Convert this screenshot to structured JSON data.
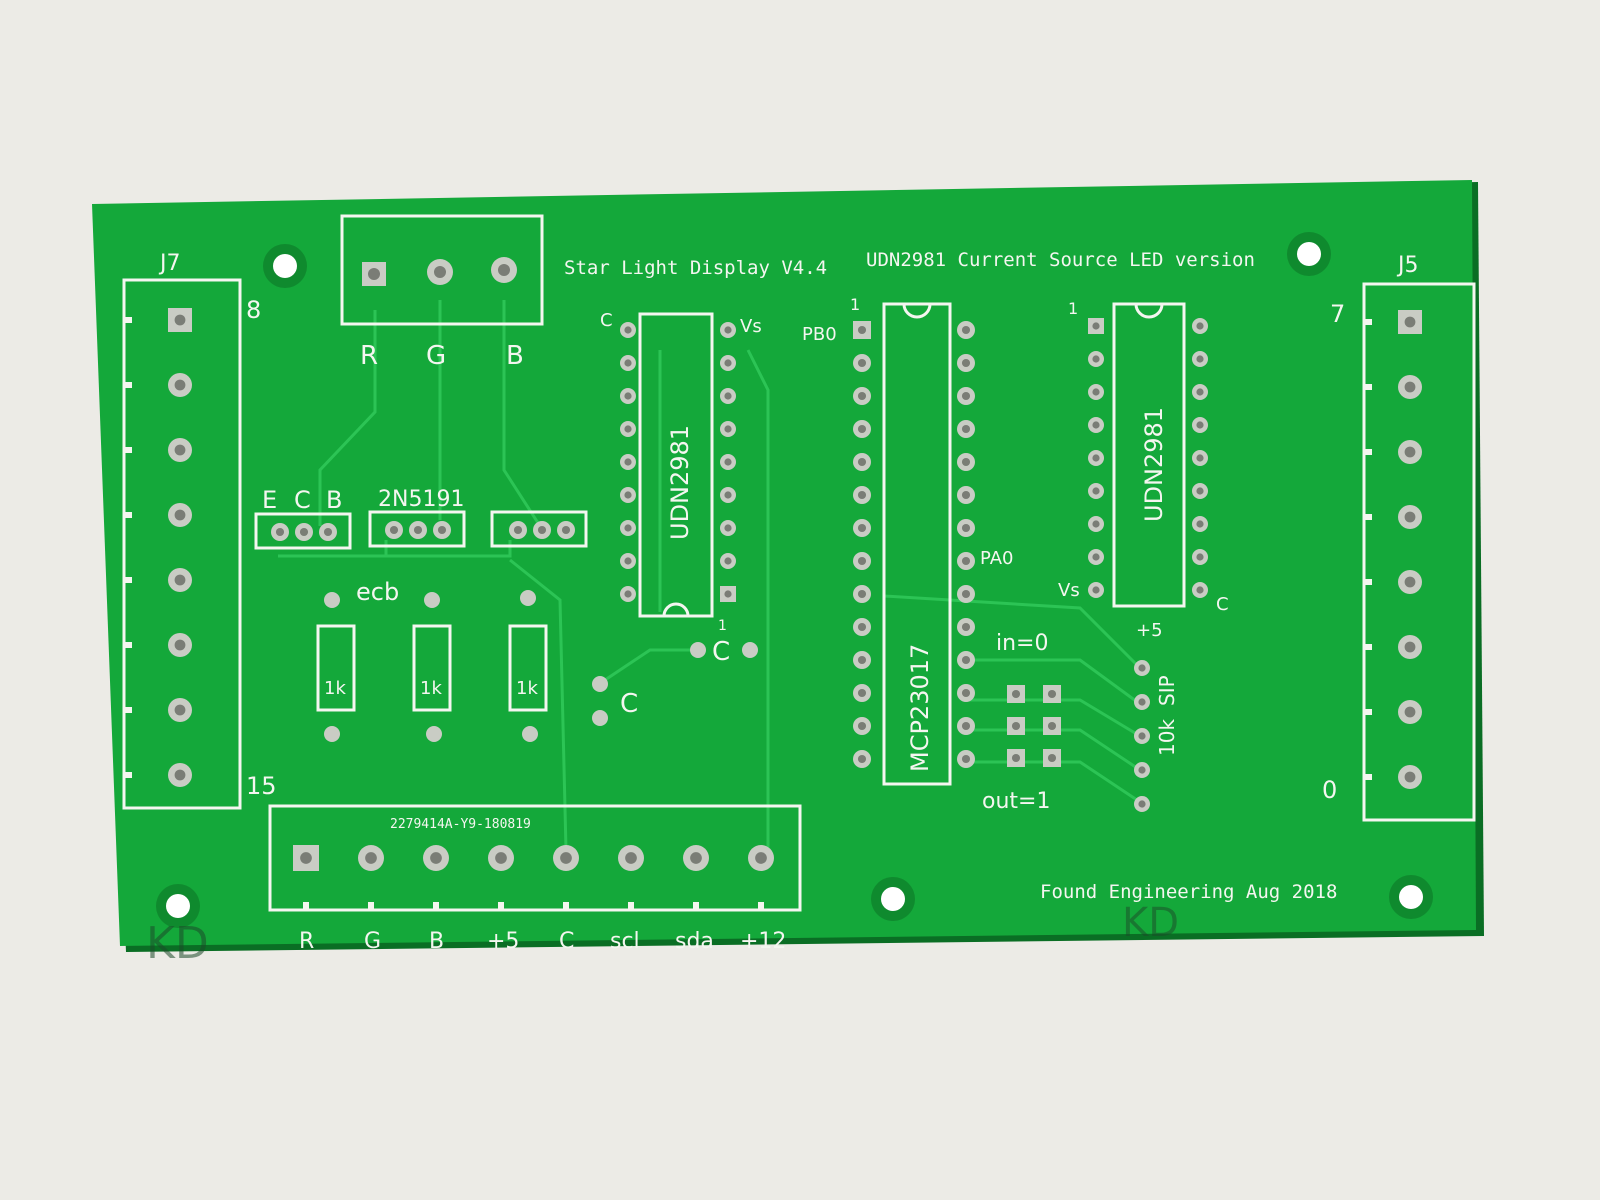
{
  "colors": {
    "background": "#ecebe6",
    "board": "#14a83a",
    "board_dark": "#0f8a2e",
    "trace": "#2cc455",
    "silkscreen": "#f4f6f0",
    "pad": "#c9ccc4",
    "hole": "#ffffff"
  },
  "board": {
    "title": "Star Light Display V4.4",
    "subtitle": "UDN2981 Current Source LED version",
    "footer": "Found Engineering Aug 2018",
    "batch_code": "2279414A-Y9-180819"
  },
  "connectors": {
    "j7": {
      "label": "J7",
      "top_pin": "8",
      "bottom_pin": "15",
      "pin_count": 8
    },
    "j5": {
      "label": "J5",
      "top_pin": "7",
      "bottom_pin": "0",
      "pin_count": 8
    },
    "rgb_header": {
      "labels": [
        "R",
        "G",
        "B"
      ]
    },
    "bottom_header": {
      "labels": [
        "R",
        "G",
        "B",
        "+5",
        "C",
        "scl",
        "sda",
        "+12"
      ]
    }
  },
  "transistors": {
    "pin_label": "E C B",
    "pin_letters": [
      "E",
      "C",
      "B"
    ],
    "part": "2N5191",
    "resistor_group_label": "ecb"
  },
  "resistors": {
    "values": [
      "1k",
      "1k",
      "1k"
    ]
  },
  "ic_left": {
    "name": "UDN2981",
    "pin_c": "C",
    "pin_vs": "Vs",
    "pin1": "1"
  },
  "ic_mcp": {
    "name": "MCP23017",
    "pin1": "1",
    "pb0": "PB0",
    "pa0": "PA0"
  },
  "ic_right": {
    "name": "UDN2981",
    "pin1": "1",
    "vs": "Vs",
    "c": "C",
    "plus5": "+5"
  },
  "sip": {
    "in_label": "in=0",
    "out_label": "out=1",
    "sip_label": "SIP",
    "value": "10k"
  },
  "misc": {
    "c_label_1": "C",
    "c_label_2": "C"
  },
  "marker": {
    "left": "KD",
    "right": "KD"
  }
}
